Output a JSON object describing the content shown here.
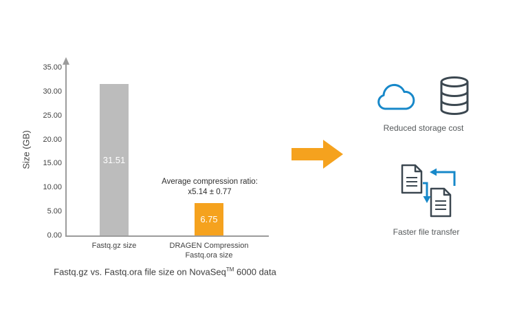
{
  "chart_data": {
    "type": "bar",
    "title": "Fastq.gz vs. Fastq.ora file size on NovaSeq™ 6000 data",
    "xlabel": "",
    "ylabel": "Size (GB)",
    "ylim": [
      0,
      35
    ],
    "ytick_interval": 5,
    "yticks": [
      "35.00",
      "30.00",
      "25.00",
      "20.00",
      "15.00",
      "10.00",
      "5.00",
      "0.00"
    ],
    "categories": [
      "Fastq.gz size",
      "DRAGEN Compression Fastq.ora size"
    ],
    "values": [
      31.51,
      6.75
    ],
    "value_labels": [
      "31.51",
      "6.75"
    ],
    "bar_colors": [
      "#bcbcbc",
      "#f5a21e"
    ],
    "grid": false,
    "legend": "none",
    "annotation": "Average compression ratio: x5.14 ± 0.77"
  },
  "chart": {
    "ylabel": "Size (GB)",
    "bar1_label": "Fastq.gz size",
    "bar2_label_line1": "DRAGEN Compression",
    "bar2_label_line2": "Fastq.ora size",
    "annotation_line1": "Average compression ratio:",
    "annotation_line2": "x5.14 ± 0.77",
    "caption_pre": "Fastq.gz  vs. Fastq.ora file size on NovaSeq",
    "caption_sup": "TM",
    "caption_post": " 6000 data"
  },
  "benefits": {
    "storage": {
      "label": "Reduced storage cost",
      "icons": [
        "cloud-icon",
        "database-icon"
      ]
    },
    "transfer": {
      "label": "Faster file transfer",
      "icons": [
        "document-icon",
        "document-icon",
        "transfer-arrows-icon"
      ]
    }
  },
  "arrow": {
    "name": "right-arrow-icon",
    "color": "#f5a21e"
  },
  "colors": {
    "bar_gray": "#bcbcbc",
    "accent_orange": "#f5a21e",
    "icon_blue": "#1788c9",
    "icon_dark": "#3b4750",
    "axis_gray": "#9b9b9b"
  }
}
